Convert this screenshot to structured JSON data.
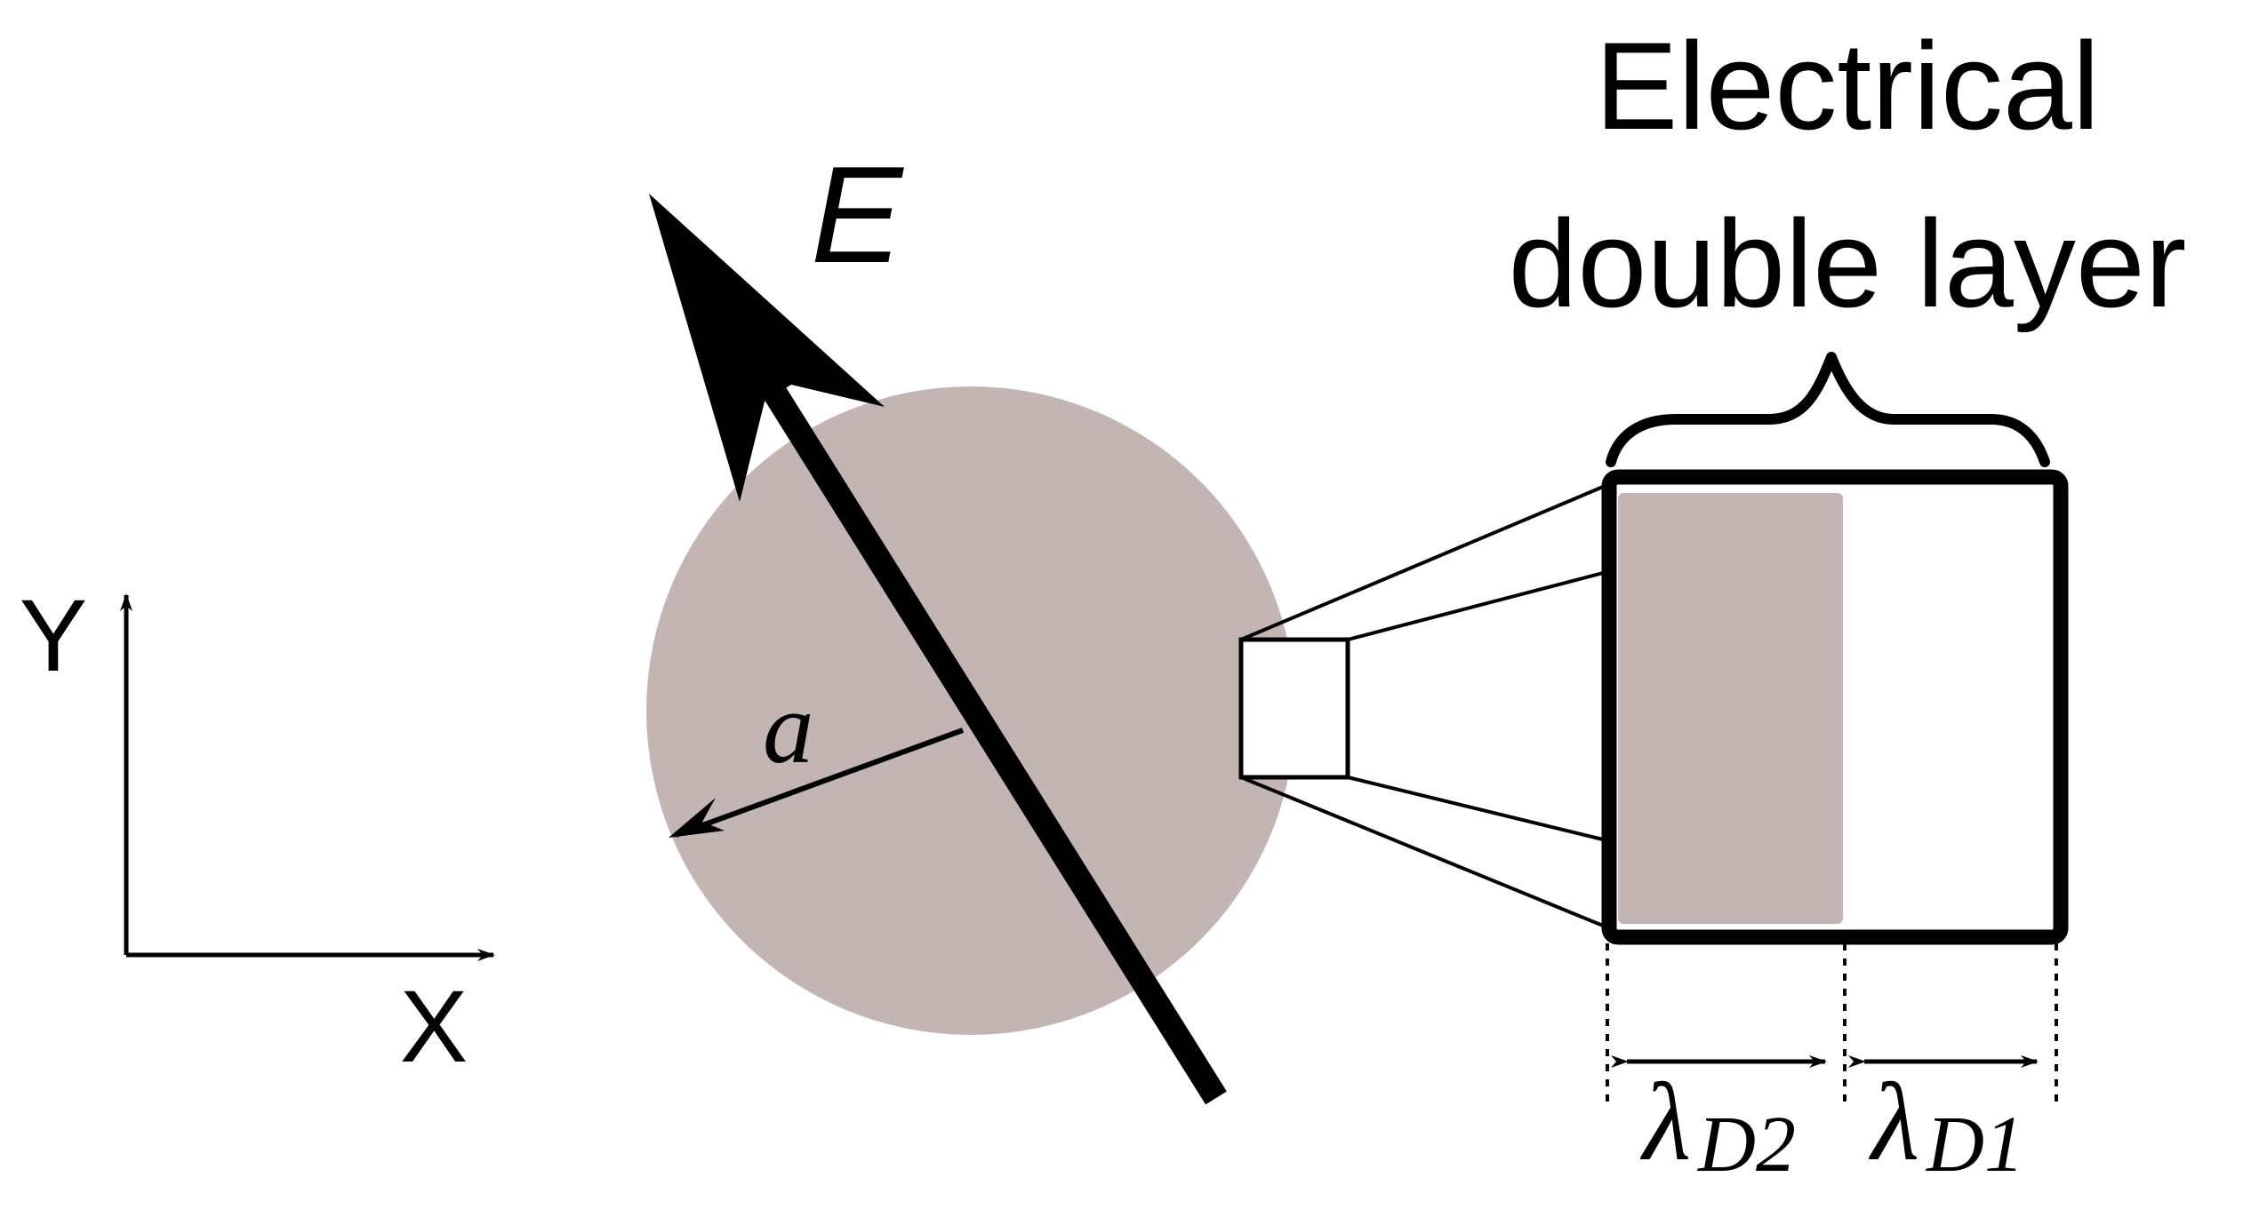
{
  "title": {
    "line1": "Electrical",
    "line2": "double layer"
  },
  "field_label": "E",
  "radius_label": "a",
  "axes": {
    "x_label": "X",
    "y_label": "Y"
  },
  "debye_lengths": {
    "inner": {
      "symbol": "λ",
      "subscript": "D2"
    },
    "outer": {
      "symbol": "λ",
      "subscript": "D1"
    }
  },
  "colors": {
    "particle": "#c4b5b5",
    "ink": "#000000",
    "background": "#ffffff"
  }
}
